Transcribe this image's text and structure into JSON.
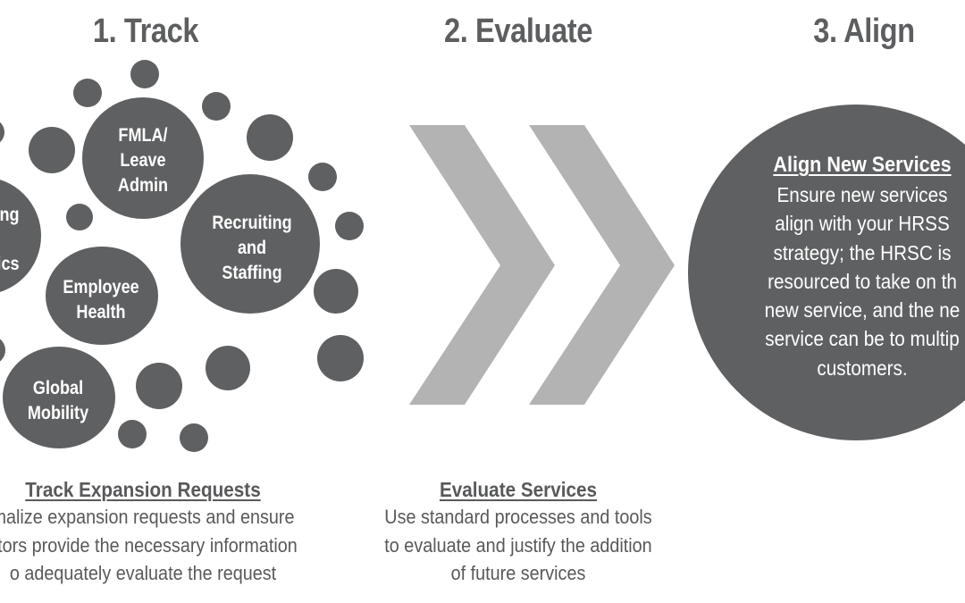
{
  "colors": {
    "bubble_fill": "#5f6062",
    "chevron_fill": "#b3b3b3",
    "heading_text": "#5d5e60",
    "body_text": "#58595b",
    "bubble_text": "#ffffff",
    "background": "#ffffff"
  },
  "steps": [
    {
      "heading": "1. Track"
    },
    {
      "heading": "2. Evaluate"
    },
    {
      "heading": "3. Align"
    }
  ],
  "track": {
    "bubbles": [
      {
        "lines": [
          "FMLA/",
          "Leave",
          "Admin"
        ]
      },
      {
        "lines": [
          "Recruiting",
          "and",
          "Staffing"
        ]
      },
      {
        "lines": [
          "Employee",
          "Health"
        ]
      },
      {
        "lines": [
          "Global",
          "Mobility"
        ]
      },
      {
        "lines": [
          "ing",
          "ics"
        ]
      }
    ],
    "caption": {
      "title": "Track Expansion Requests",
      "lines": [
        "malize expansion requests and ensure",
        "stors provide the necessary information",
        "o adequately evaluate the request"
      ]
    }
  },
  "evaluate": {
    "icon": "double-chevron-right-icon",
    "caption": {
      "title": "Evaluate Services",
      "lines": [
        "Use standard processes and tools",
        "to evaluate and justify the addition",
        "of future services"
      ]
    }
  },
  "align": {
    "title": "Align New Services",
    "lines": [
      "Ensure new services",
      "align with your HRSS",
      "strategy; the HRSC is",
      "resourced to take on th",
      "new service, and the ne",
      "service can be to multip",
      "customers."
    ]
  }
}
